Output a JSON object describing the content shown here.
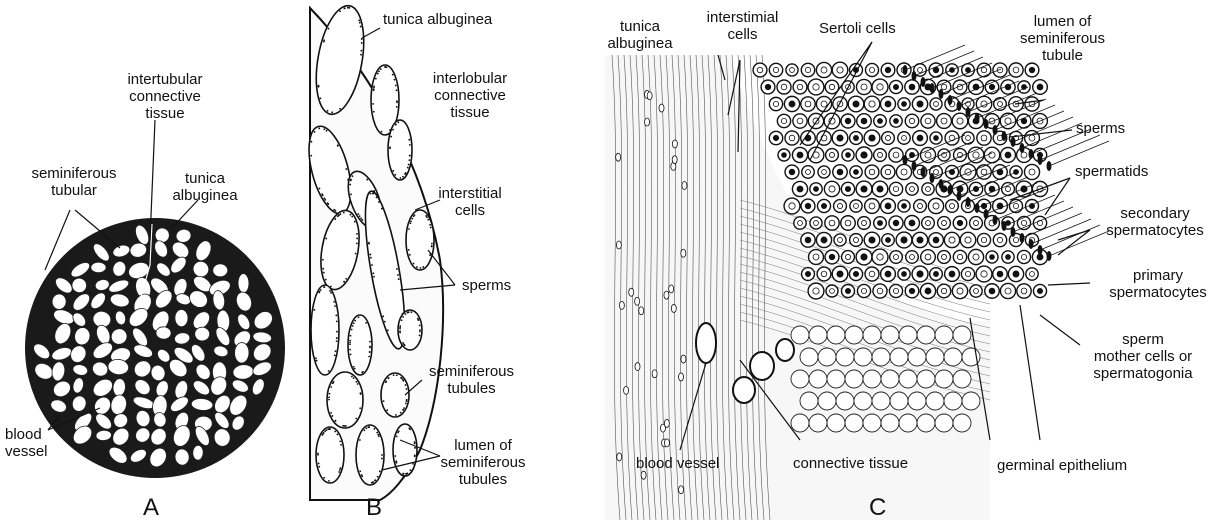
{
  "panels": {
    "a": {
      "letter": "A",
      "labels": {
        "intertubular_connective_tissue": "intertubular\nconnective\ntissue",
        "seminiferous_tubular": "seminiferous\ntubular",
        "tunica_albuginea": "tunica\nalbuginea",
        "blood_vessel": "blood\nvessel"
      }
    },
    "b": {
      "letter": "B",
      "labels": {
        "tunica_albuginea": "tunica albuginea",
        "interlobular_connective_tissue": "interlobular\nconnective\ntissue",
        "interstitial_cells": "interstitial\ncells",
        "sperms": "sperms",
        "seminiferous_tubules": "seminiferous\ntubules",
        "lumen_of_seminiferous_tubules": "lumen  of\nseminiferous\ntubules"
      }
    },
    "c": {
      "letter": "C",
      "labels": {
        "tunica_albuginea": "tunica\nalbuginea",
        "interstimial_cells": "interstimial\ncells",
        "sertoli_cells": "Sertoli  cells",
        "lumen_of_seminiferous_tubule": "lumen  of\nseminiferous\ntubule",
        "sperms": "sperms",
        "spermatids": "spermatids",
        "secondary_spermatocytes": "secondary\nspermatocytes",
        "primary_spermatocytes": "primary\nspermatocytes",
        "sperm_mother_cells": "sperm\nmother cells or\nspermatogonia",
        "blood_vessel": "blood  vessel",
        "connective_tissue": "connective  tissue",
        "germinal_epithelium": "germinal epithelium"
      }
    }
  }
}
